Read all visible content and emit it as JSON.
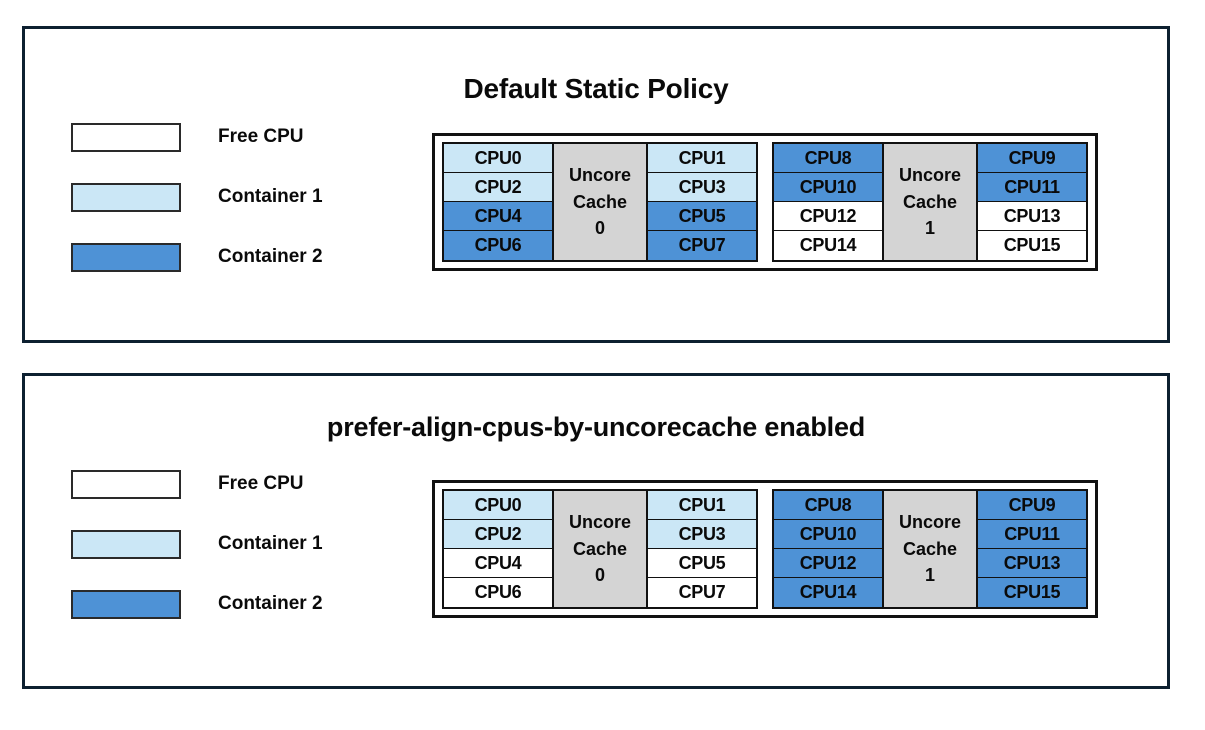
{
  "legend_items": [
    {
      "label": "Free CPU",
      "fill": "free",
      "color": "#ffffff"
    },
    {
      "label": "Container 1",
      "fill": "c1",
      "color": "#cbe7f6"
    },
    {
      "label": "Container 2",
      "fill": "c2",
      "color": "#4e92d6"
    }
  ],
  "panels": [
    {
      "id": "default-static-policy",
      "title": "Default Static Policy",
      "legend": [
        {
          "label": "Free CPU",
          "fill": "free"
        },
        {
          "label": "Container 1",
          "fill": "c1"
        },
        {
          "label": "Container 2",
          "fill": "c2"
        }
      ],
      "cache_groups": [
        {
          "cache_label_line1": "Uncore",
          "cache_label_line2": "Cache",
          "cache_label_line3": "0",
          "left_column": [
            {
              "label": "CPU0",
              "fill": "c1"
            },
            {
              "label": "CPU2",
              "fill": "c1"
            },
            {
              "label": "CPU4",
              "fill": "c2"
            },
            {
              "label": "CPU6",
              "fill": "c2"
            }
          ],
          "right_column": [
            {
              "label": "CPU1",
              "fill": "c1"
            },
            {
              "label": "CPU3",
              "fill": "c1"
            },
            {
              "label": "CPU5",
              "fill": "c2"
            },
            {
              "label": "CPU7",
              "fill": "c2"
            }
          ]
        },
        {
          "cache_label_line1": "Uncore",
          "cache_label_line2": "Cache",
          "cache_label_line3": "1",
          "left_column": [
            {
              "label": "CPU8",
              "fill": "c2"
            },
            {
              "label": "CPU10",
              "fill": "c2"
            },
            {
              "label": "CPU12",
              "fill": "free"
            },
            {
              "label": "CPU14",
              "fill": "free"
            }
          ],
          "right_column": [
            {
              "label": "CPU9",
              "fill": "c2"
            },
            {
              "label": "CPU11",
              "fill": "c2"
            },
            {
              "label": "CPU13",
              "fill": "free"
            },
            {
              "label": "CPU15",
              "fill": "free"
            }
          ]
        }
      ]
    },
    {
      "id": "prefer-align-cpus-by-uncorecache-enabled",
      "title": "prefer-align-cpus-by-uncorecache enabled",
      "legend": [
        {
          "label": "Free CPU",
          "fill": "free"
        },
        {
          "label": "Container 1",
          "fill": "c1"
        },
        {
          "label": "Container 2",
          "fill": "c2"
        }
      ],
      "cache_groups": [
        {
          "cache_label_line1": "Uncore",
          "cache_label_line2": "Cache",
          "cache_label_line3": "0",
          "left_column": [
            {
              "label": "CPU0",
              "fill": "c1"
            },
            {
              "label": "CPU2",
              "fill": "c1"
            },
            {
              "label": "CPU4",
              "fill": "free"
            },
            {
              "label": "CPU6",
              "fill": "free"
            }
          ],
          "right_column": [
            {
              "label": "CPU1",
              "fill": "c1"
            },
            {
              "label": "CPU3",
              "fill": "c1"
            },
            {
              "label": "CPU5",
              "fill": "free"
            },
            {
              "label": "CPU7",
              "fill": "free"
            }
          ]
        },
        {
          "cache_label_line1": "Uncore",
          "cache_label_line2": "Cache",
          "cache_label_line3": "1",
          "left_column": [
            {
              "label": "CPU8",
              "fill": "c2"
            },
            {
              "label": "CPU10",
              "fill": "c2"
            },
            {
              "label": "CPU12",
              "fill": "c2"
            },
            {
              "label": "CPU14",
              "fill": "c2"
            }
          ],
          "right_column": [
            {
              "label": "CPU9",
              "fill": "c2"
            },
            {
              "label": "CPU11",
              "fill": "c2"
            },
            {
              "label": "CPU13",
              "fill": "c2"
            },
            {
              "label": "CPU15",
              "fill": "c2"
            }
          ]
        }
      ]
    }
  ]
}
